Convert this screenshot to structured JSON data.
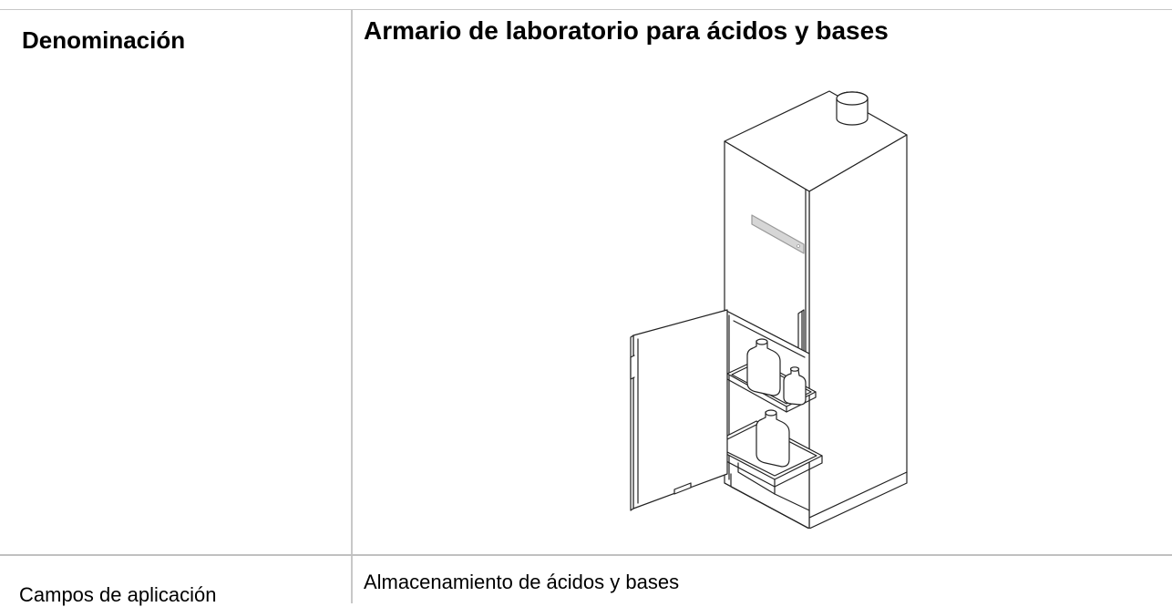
{
  "rows": [
    {
      "label": "Denominación",
      "value": "Armario de laboratorio para ácidos y bases"
    },
    {
      "label": "Campos de aplicación",
      "value": "Almacenamiento de ácidos y bases"
    }
  ],
  "colors": {
    "rule": "#c8c8c8",
    "text": "#000000",
    "label_plate": "#d6d6d6"
  }
}
